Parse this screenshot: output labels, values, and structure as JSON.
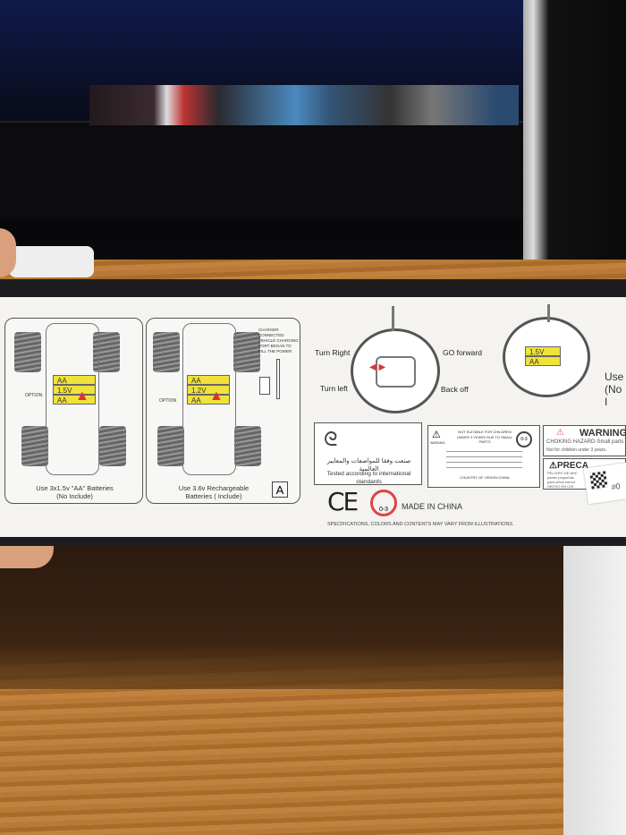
{
  "panel1": {
    "caption1": "Use 3x1.5v \"AA\" Batteries",
    "caption2": "(No Include)",
    "option": "OPTION",
    "bat_v": "1.5V",
    "bat_type": "AA"
  },
  "panel2": {
    "caption1": "Use 3.6v Rechargeable",
    "caption2": "Batteries ( Include)",
    "option": "OPTION",
    "bat_v": "1.2V",
    "bat_type": "AA",
    "charger_note": "CHARGER CONNECTED VEHICLE CHARGING PORT BEGAN TO FILL THE POWER",
    "letter": "A"
  },
  "controls": {
    "turn_right": "Turn Right",
    "go_forward": "GO forward",
    "turn_left": "Turn left",
    "back_off": "Back off"
  },
  "remote": {
    "use": "Use",
    "no": "(No I",
    "bat_v": "1.5V",
    "bat_type": "AA"
  },
  "standards": {
    "arabic": "صنعت وفقا للمواصفات والمعايير العالمية",
    "english": "Tested according to international standards"
  },
  "warning_small": {
    "title": "NOT SUITABLE FOR CHILDREN UNDER 3 YEARS DUE TO SMALL PARTS",
    "warning": "WARNING",
    "origin": "COUNTRY OF ORIGIN-CHINA",
    "age": "0-3"
  },
  "warning_big": {
    "title": "WARNING:",
    "line1": "CHOKING HAZARD-Small parts",
    "line2": "Not for children under 3 years.",
    "preca": "PRECA",
    "es1": "PELIGRO DE AHC",
    "es2": "partes pequeñas",
    "es3": "para niños menor",
    "es4": "HECHO EN CHI",
    "tag": "#0"
  },
  "footer": {
    "ce": "CE",
    "age": "0-3",
    "made_in": "MADE IN CHINA",
    "disclaimer": "SPECIFICATIONS, COLORS AND CONTENTS MAY VARY FROM ILLUSTRATIONS."
  }
}
